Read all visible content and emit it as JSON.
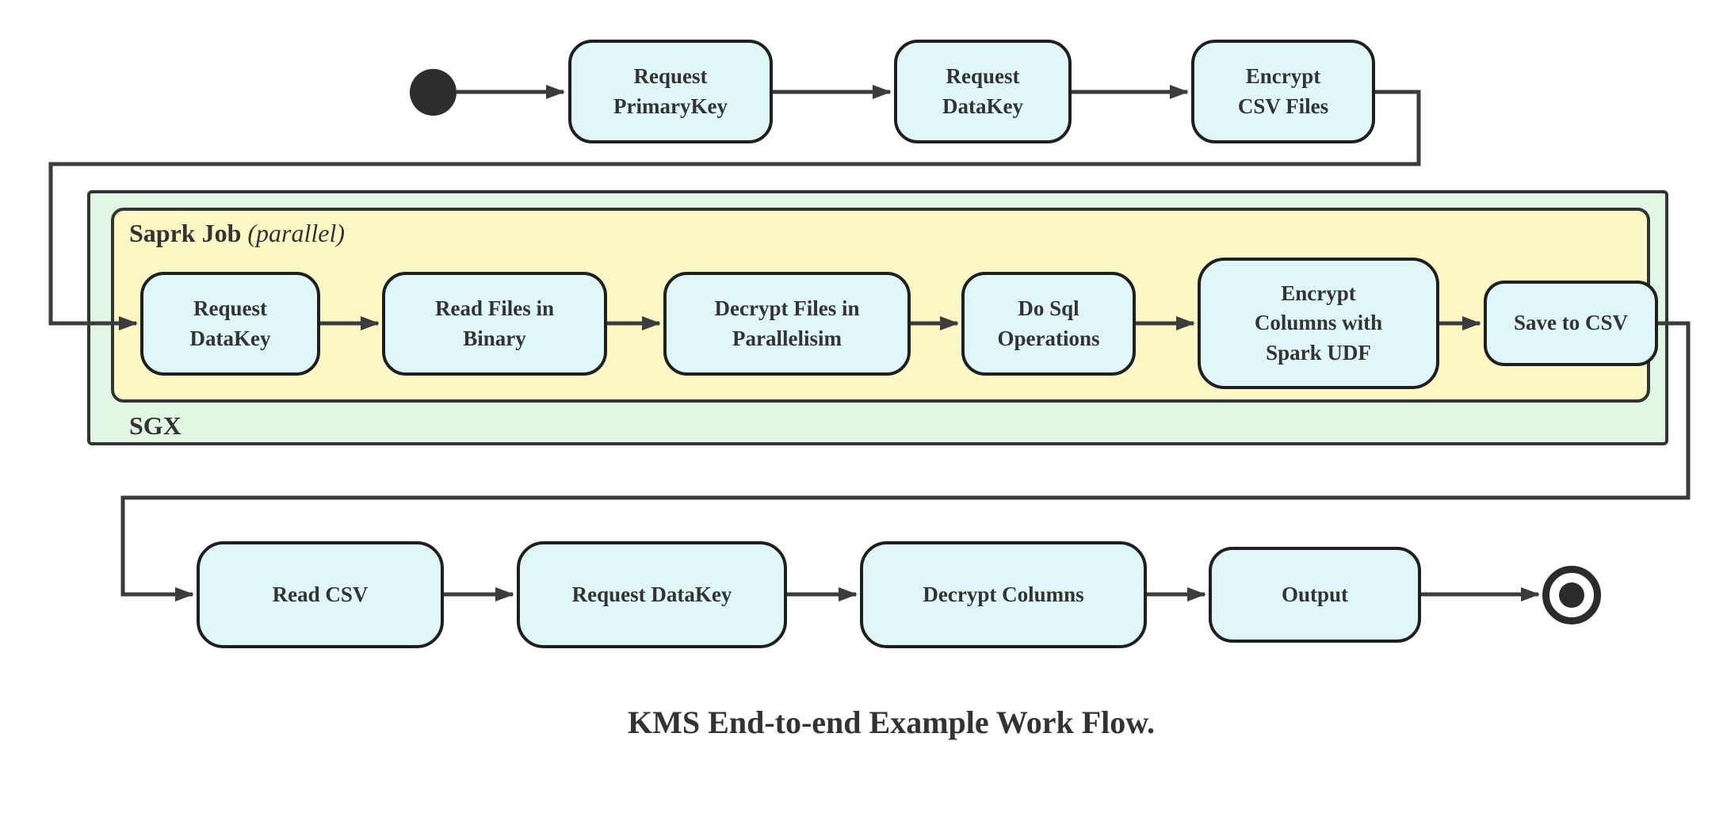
{
  "diagram": {
    "caption": "KMS End-to-end Example Work Flow.",
    "top_flow": {
      "nodes": [
        {
          "label": "Request\nPrimaryKey"
        },
        {
          "label": "Request\nDataKey"
        },
        {
          "label": "Encrypt\nCSV Files"
        }
      ]
    },
    "sgx": {
      "label": "SGX",
      "spark_job": {
        "label": "Saprk Job",
        "label_note": "(parallel)",
        "nodes": [
          {
            "label": "Request\nDataKey"
          },
          {
            "label": "Read Files in\nBinary"
          },
          {
            "label": "Decrypt Files in\nParallelisim"
          },
          {
            "label": "Do Sql\nOperations"
          },
          {
            "label": "Encrypt\nColumns with\nSpark UDF"
          },
          {
            "label": "Save to CSV"
          }
        ]
      }
    },
    "bottom_flow": {
      "nodes": [
        {
          "label": "Read CSV"
        },
        {
          "label": "Request DataKey"
        },
        {
          "label": "Decrypt Columns"
        },
        {
          "label": "Output"
        }
      ]
    },
    "colors": {
      "node_fill": "#e0f7fa",
      "node_border": "#1f1f1f",
      "spark_container_fill": "#fcf8c5",
      "sgx_container_fill": "#e1f7e4",
      "container_border": "#333333",
      "line": "#3c3c3c",
      "text": "#333333"
    }
  }
}
